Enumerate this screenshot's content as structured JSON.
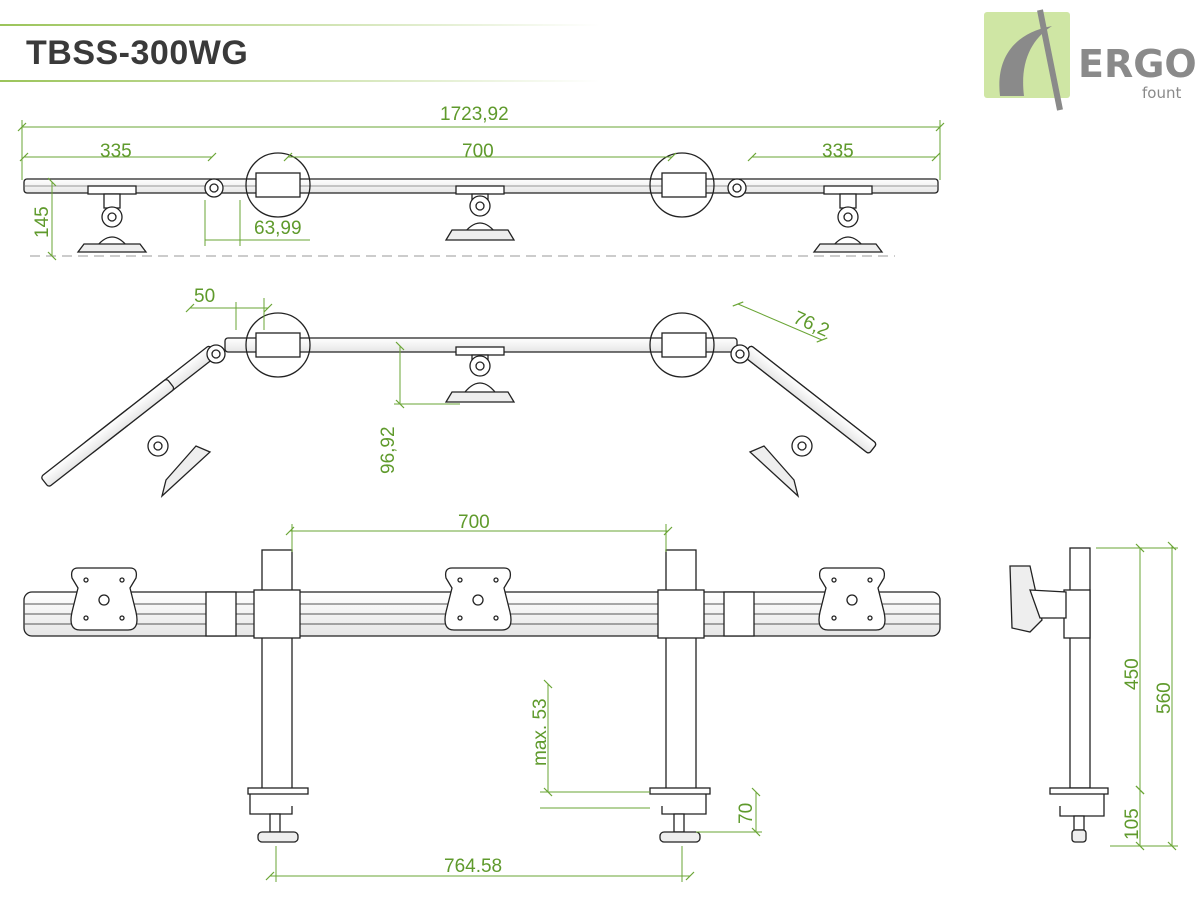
{
  "title": "TBSS-300WG",
  "logo": {
    "word": "ERGO",
    "sub": "fount",
    "box_color": "#cfe6a4"
  },
  "colors": {
    "dimension": "#6aa535",
    "outline": "#222222",
    "accent": "#9bc45a"
  },
  "dimensions": {
    "overall_width": "1723,92",
    "side_left": "335",
    "center": "700",
    "side_right": "335",
    "height": "145",
    "joint_offset": "63,99",
    "arm_offset": "50",
    "arm_width": "76,2",
    "depth": "96,92",
    "front_center": "700",
    "clamp_max": "max. 53",
    "clamp_height": "70",
    "pole_spacing": "764.58",
    "side_450": "450",
    "side_560": "560",
    "side_105": "105"
  }
}
